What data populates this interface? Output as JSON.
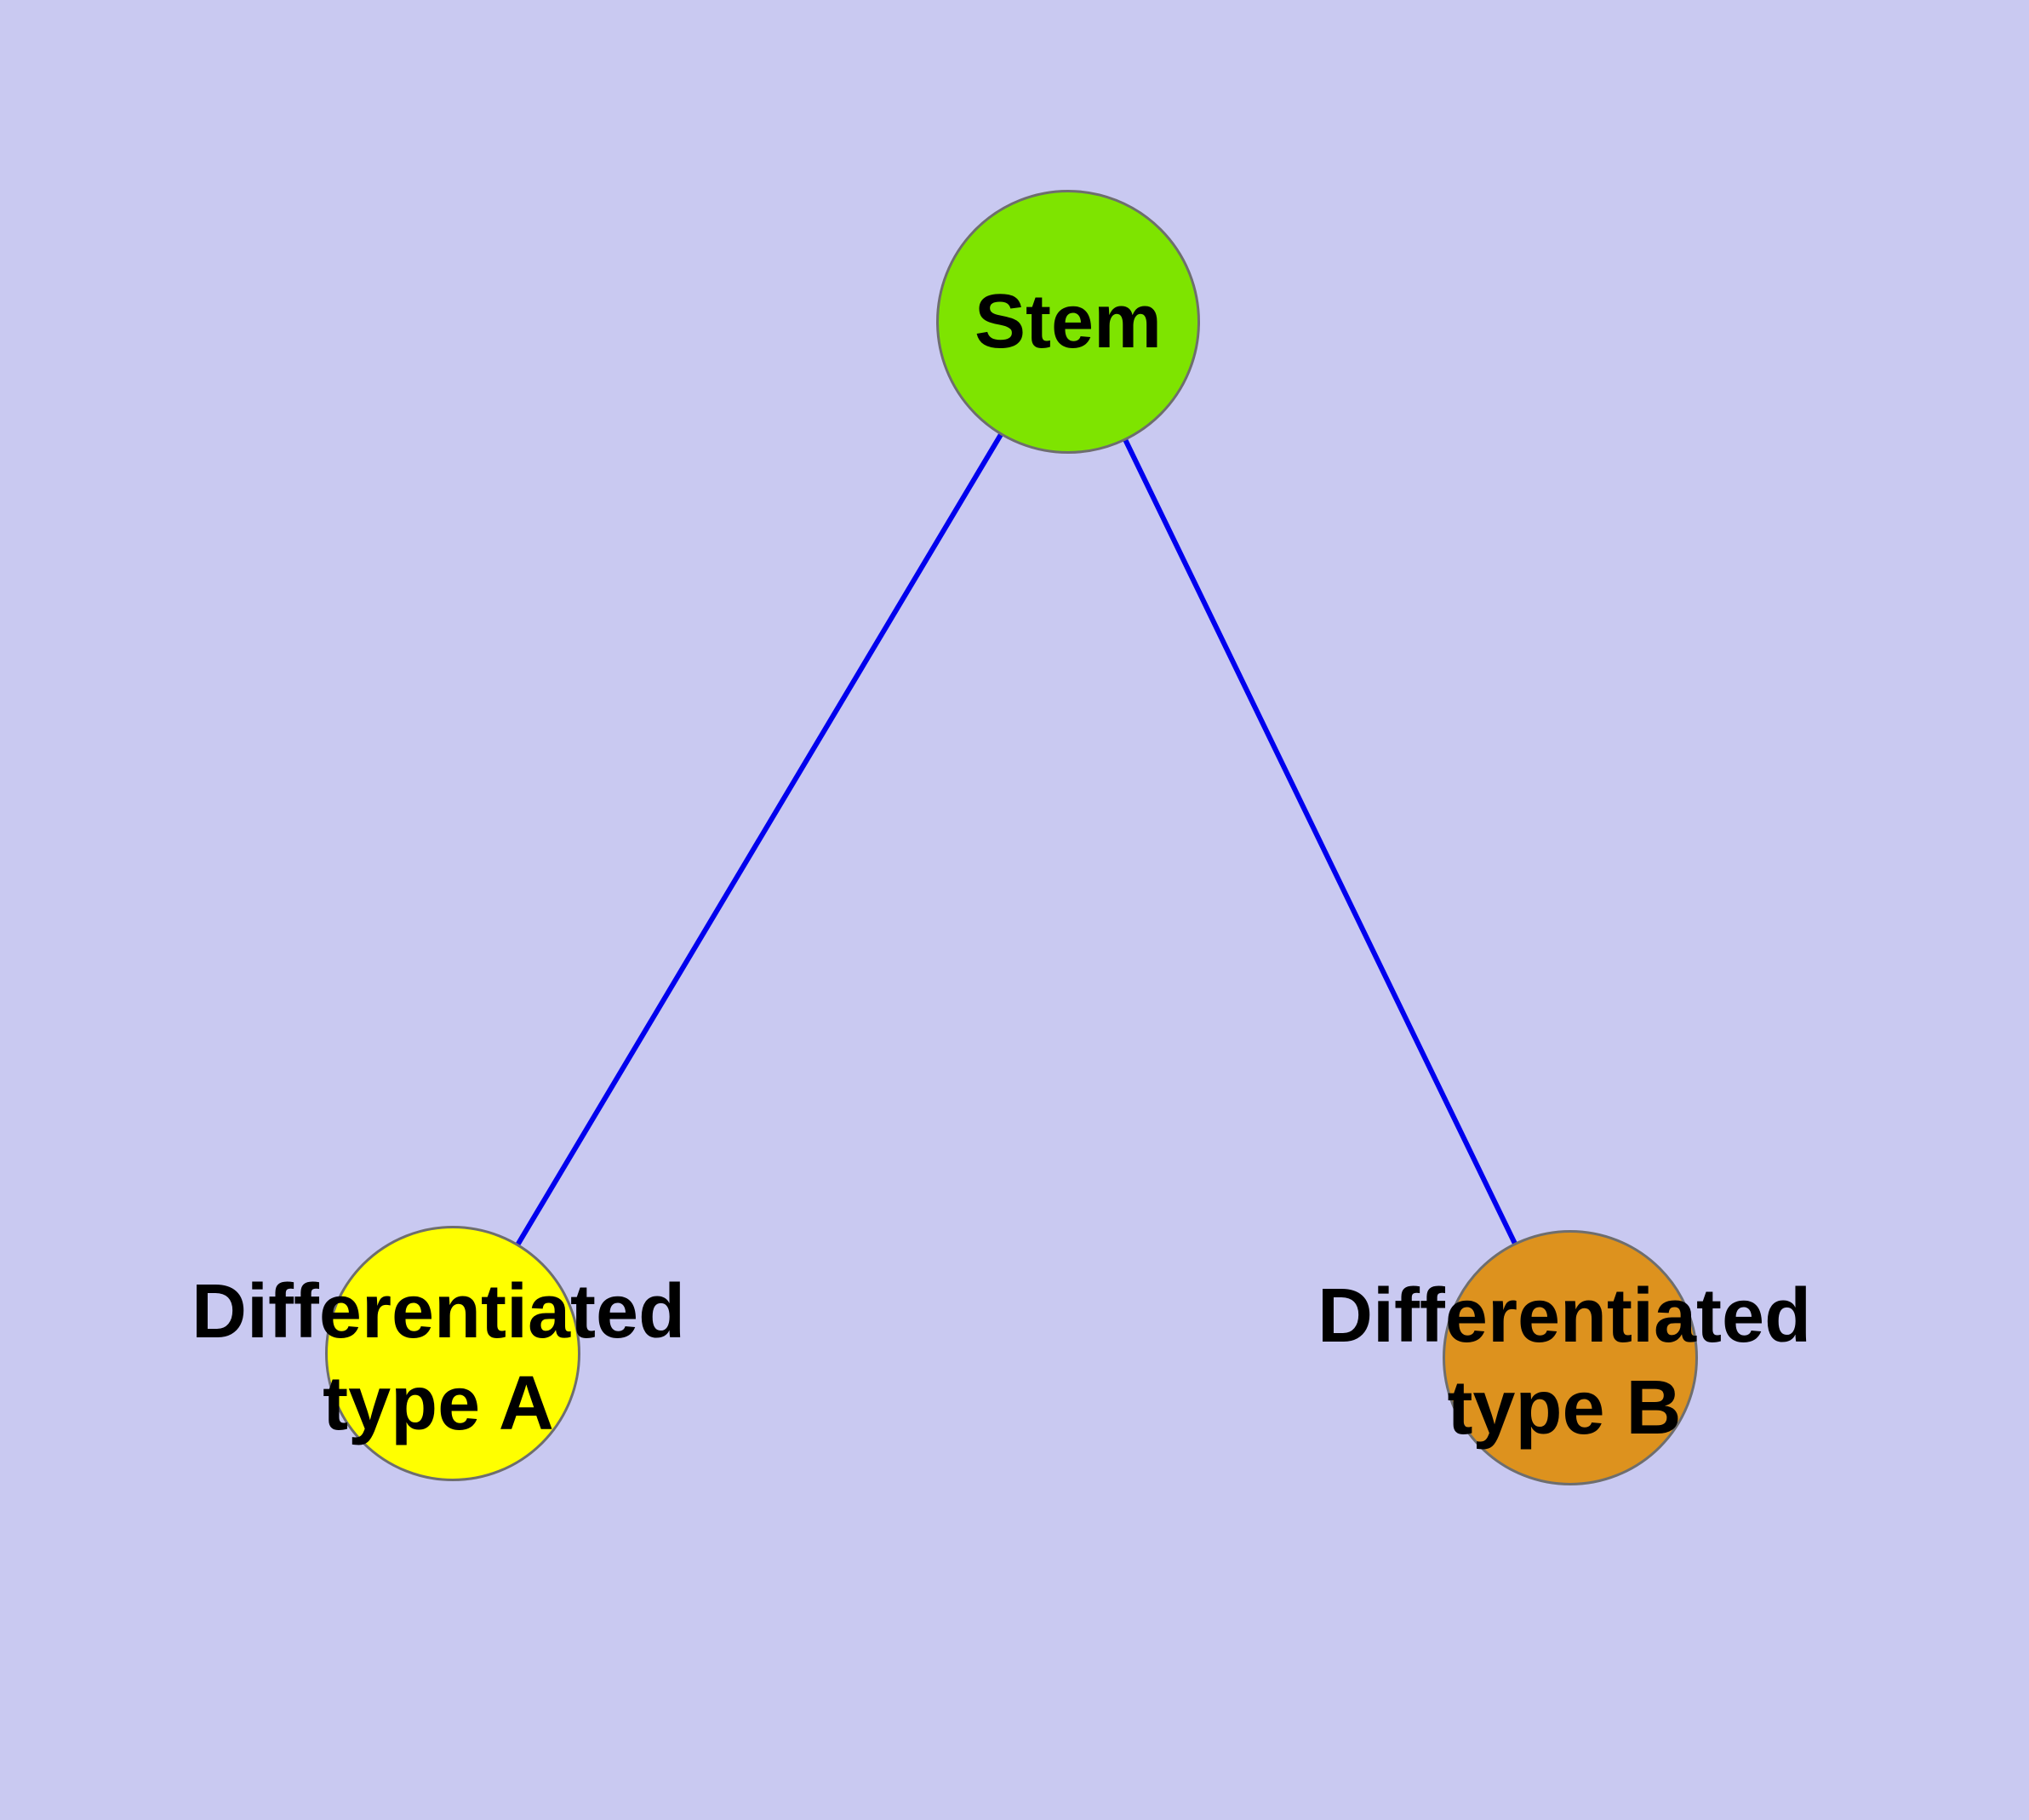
{
  "diagram": {
    "type": "node-link-graph",
    "background_color": "#c9c9f1",
    "edge_color": "#0000ee",
    "text_color": "#000000",
    "node_border_color": "#6e6e6e",
    "nodes": [
      {
        "id": "stem",
        "label_lines": [
          "Stem"
        ],
        "color": "#7ee400"
      },
      {
        "id": "differentiated-type-a",
        "label_lines": [
          "Differentiated",
          "type A"
        ],
        "color": "#ffff00"
      },
      {
        "id": "differentiated-type-b",
        "label_lines": [
          "Differentiated",
          "type B"
        ],
        "color": "#dd921e"
      }
    ],
    "edges": [
      {
        "from": "stem",
        "to": "differentiated-type-a"
      },
      {
        "from": "stem",
        "to": "differentiated-type-b"
      }
    ]
  }
}
